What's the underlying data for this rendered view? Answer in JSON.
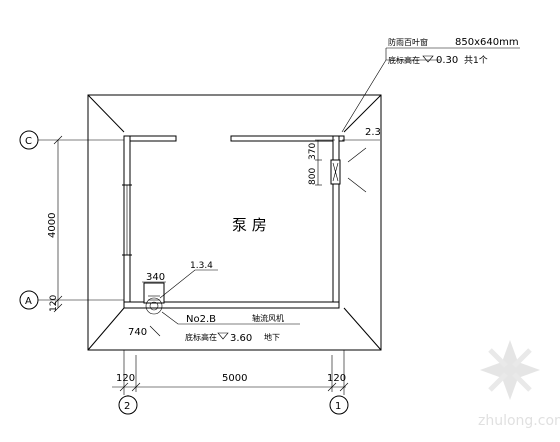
{
  "room": {
    "label": "泵 房"
  },
  "louver": {
    "label": "防雨百叶窗",
    "size": "850x640mm",
    "sill_label": "底标高在",
    "sill_value": "0.30",
    "count": "共1个"
  },
  "dimensions": {
    "left_span": "4000",
    "left_bottom": "120",
    "bottom_span": "5000",
    "bottom_left": "120",
    "bottom_right": "120",
    "window_offset": "800",
    "window_width": "370",
    "corner_sill": "2.3",
    "pit_width": "340",
    "pit_offset": "740",
    "pipe_ref": "1.3.4"
  },
  "pit": {
    "id": "No2.B",
    "tag": "轴流风机",
    "elev_label": "底标高在",
    "elev_value": "3.60",
    "note": "地下"
  },
  "axes": {
    "c": "C",
    "a": "A",
    "two": "2",
    "one": "1"
  },
  "watermark": {
    "text": "zhulong.com"
  }
}
